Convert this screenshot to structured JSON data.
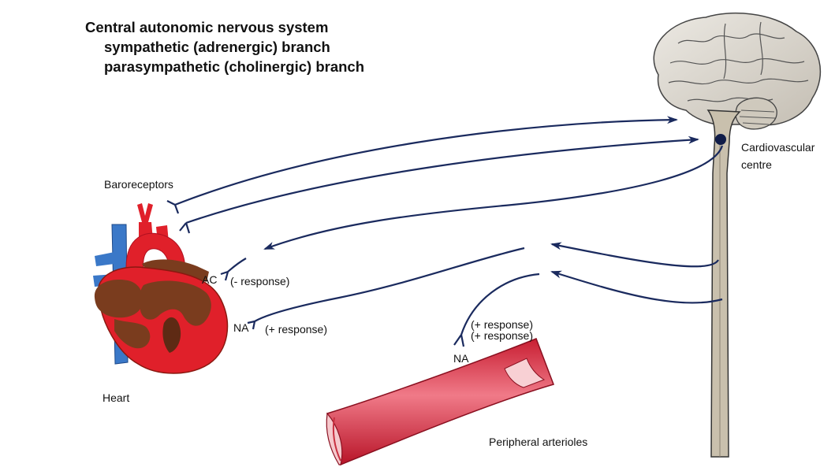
{
  "title": {
    "line1": "Central autonomic nervous system",
    "line2": "sympathetic (adrenergic) branch",
    "line3": "parasympathetic (cholinergic) branch"
  },
  "labels": {
    "baroreceptors": "Baroreceptors",
    "cardiovascular_line1": "Cardiovascular",
    "cardiovascular_line2": "centre",
    "ac": "AC",
    "minus_response": "(- response)",
    "na_heart": "NA",
    "plus_response_heart": "(+ response)",
    "plus_response_arteriole_1": "(+ response)",
    "plus_response_arteriole_2": "(+ response)",
    "na_arteriole": "NA",
    "heart": "Heart",
    "peripheral_arterioles": "Peripheral arterioles"
  },
  "colors": {
    "nerve": "#1a2a5e",
    "artery_red": "#e0202a",
    "vein_blue": "#3a78c8",
    "heart_brown": "#7a3c1e",
    "arteriole_pink": "#e87080",
    "brain_gray": "#d8d4cc",
    "spinal_tan": "#c9c0ad"
  }
}
